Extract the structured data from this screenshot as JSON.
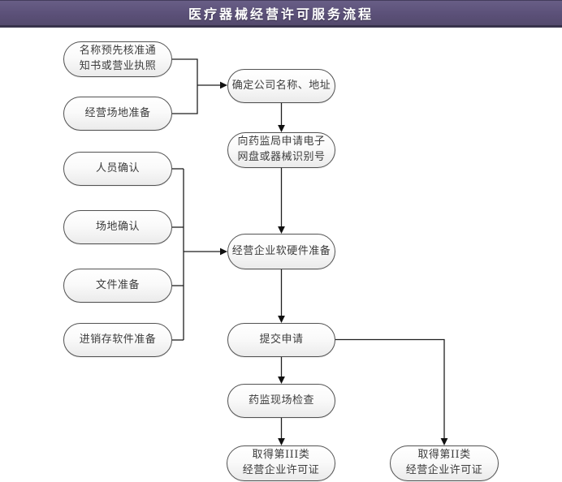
{
  "title": "医疗器械经营许可服务流程",
  "colors": {
    "header_bg": "#5b5078",
    "header_border": "#38334b",
    "header_text": "#ffffff",
    "node_border": "#525252",
    "node_fill": "#f4f4f4",
    "line": "#1f1f1f"
  },
  "nodes": {
    "name_preapproval": "名称预先核准通\n知书或营业执照",
    "premises_prepare": "经营场地准备",
    "personnel_confirm": "人员确认",
    "site_confirm": "场地确认",
    "documents_prepare": "文件准备",
    "inventory_software_prepare": "进销存软件准备",
    "confirm_company": "确定公司名称、地址",
    "apply_id": "向药监局申请电子\n网盘或器械识别号",
    "software_hardware": "经营企业软硬件准备",
    "submit_application": "提交申请",
    "site_inspection": "药监现场检查",
    "class3_license": "取得第III类\n经营企业许可证",
    "class2_license": "取得第II类\n经营企业许可证"
  },
  "edges": [
    {
      "from": "name_preapproval",
      "to": "confirm_company"
    },
    {
      "from": "premises_prepare",
      "to": "confirm_company"
    },
    {
      "from": "confirm_company",
      "to": "apply_id"
    },
    {
      "from": "apply_id",
      "to": "software_hardware"
    },
    {
      "from": "personnel_confirm",
      "to": "software_hardware"
    },
    {
      "from": "site_confirm",
      "to": "software_hardware"
    },
    {
      "from": "documents_prepare",
      "to": "software_hardware"
    },
    {
      "from": "inventory_software_prepare",
      "to": "software_hardware"
    },
    {
      "from": "software_hardware",
      "to": "submit_application"
    },
    {
      "from": "submit_application",
      "to": "site_inspection"
    },
    {
      "from": "site_inspection",
      "to": "class3_license"
    },
    {
      "from": "submit_application",
      "to": "class2_license"
    }
  ]
}
